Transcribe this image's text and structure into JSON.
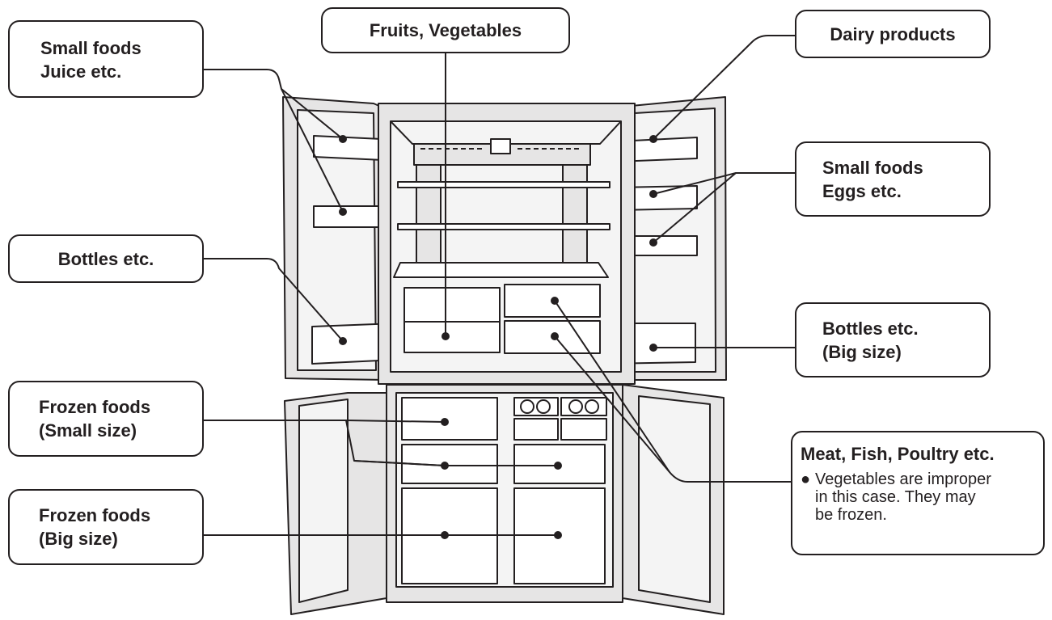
{
  "labels": {
    "small_foods_juice": [
      "Small foods",
      "Juice etc."
    ],
    "fruits_vegetables": "Fruits, Vegetables",
    "dairy_products": "Dairy products",
    "small_foods_eggs": [
      "Small foods",
      "Eggs etc."
    ],
    "bottles_left": "Bottles etc.",
    "bottles_big": [
      "Bottles etc.",
      "(Big size)"
    ],
    "frozen_small": [
      "Frozen foods",
      "(Small size)"
    ],
    "frozen_big": [
      "Frozen foods",
      "(Big size)"
    ],
    "meat_fish": {
      "title": "Meat, Fish, Poultry etc.",
      "bullet": "●",
      "note": [
        "Vegetables are improper",
        "in this case. They may",
        "be frozen."
      ]
    }
  },
  "colors": {
    "stroke": "#231f20",
    "fridge_fill": "#e6e5e5",
    "fridge_light": "#f4f4f4"
  }
}
